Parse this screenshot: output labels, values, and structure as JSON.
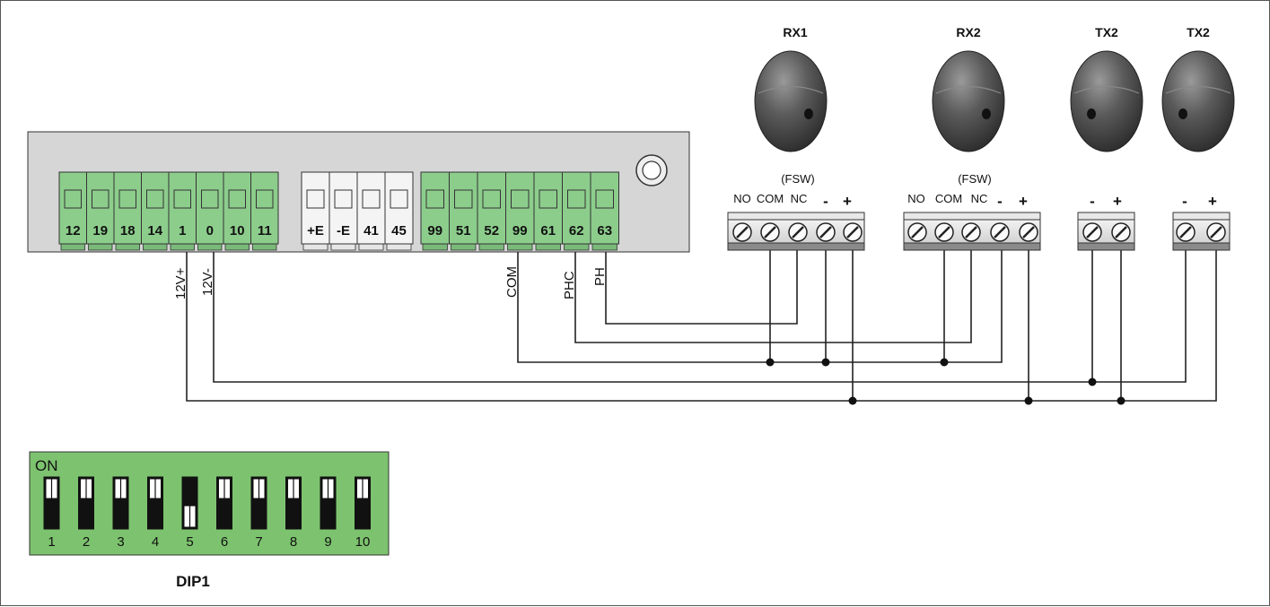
{
  "board": {
    "green_left": [
      "12",
      "19",
      "18",
      "14",
      "1",
      "0",
      "10",
      "11"
    ],
    "white_mid": [
      "+E",
      "-E",
      "41",
      "45"
    ],
    "green_right": [
      "99",
      "51",
      "52",
      "99",
      "61",
      "62",
      "63"
    ]
  },
  "wire_labels": {
    "v12_plus": "12V+",
    "v12_minus": "12V-",
    "com": "COM",
    "phc": "PHC",
    "ph": "PH"
  },
  "devices": [
    {
      "title": "RX1",
      "fsw": "(FSW)",
      "pins": [
        "NO",
        "COM",
        "NC",
        "-",
        "+"
      ]
    },
    {
      "title": "RX2",
      "fsw": "(FSW)",
      "pins": [
        "NO",
        "COM",
        "NC",
        "-",
        "+"
      ]
    },
    {
      "title": "TX2",
      "pins": [
        "-",
        "+"
      ]
    },
    {
      "title": "TX2",
      "pins": [
        "-",
        "+"
      ]
    }
  ],
  "dip": {
    "on_label": "ON",
    "caption": "DIP1",
    "switch_numbers": [
      "1",
      "2",
      "3",
      "4",
      "5",
      "6",
      "7",
      "8",
      "9",
      "10"
    ],
    "states": [
      "off",
      "off",
      "off",
      "off",
      "on",
      "off",
      "off",
      "off",
      "off",
      "off"
    ]
  },
  "colors": {
    "terminal_green": "#8ccd8c",
    "board_gray": "#d6d6d6",
    "dip_green": "#7dc36f"
  }
}
